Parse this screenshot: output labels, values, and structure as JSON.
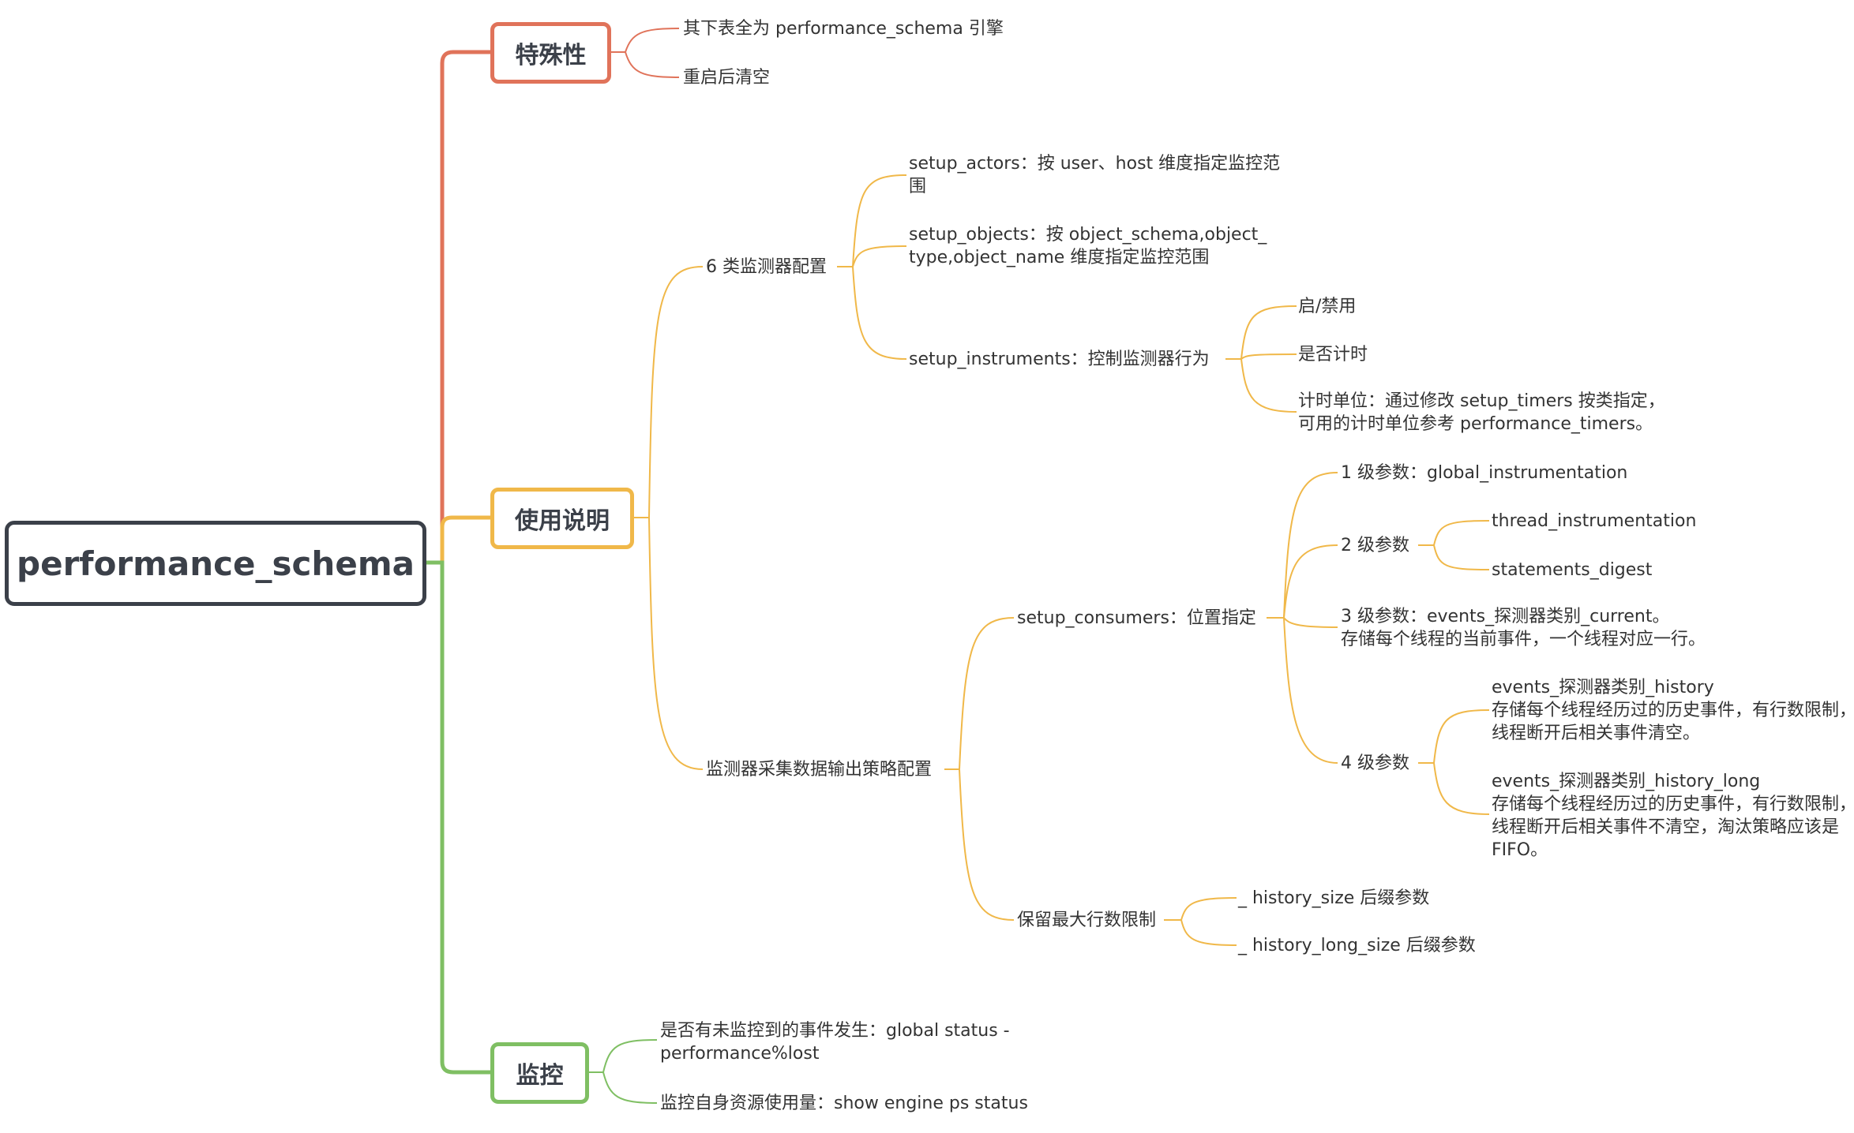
{
  "root": {
    "label": "performance_schema"
  },
  "colors": {
    "root": "#3b4049",
    "branch1": "#e0735a",
    "branch2": "#f0b849",
    "branch3": "#7fbf63"
  },
  "branch1": {
    "label": "特殊性",
    "items": [
      "其下表全为 performance_schema 引擎",
      "重启后清空"
    ]
  },
  "branch2": {
    "label": "使用说明",
    "monitor_config": {
      "label": "6 类监测器配置",
      "actors": [
        "setup_actors：按 user、host 维度指定监控范",
        "围"
      ],
      "objects": [
        "setup_objects：按 object_schema,object_",
        "type,object_name 维度指定监控范围"
      ],
      "instruments": {
        "label": "setup_instruments：控制监测器行为",
        "enable": "启/禁用",
        "timed": "是否计时",
        "unit": [
          "计时单位：通过修改 setup_timers 按类指定，",
          "可用的计时单位参考 performance_timers。"
        ]
      }
    },
    "output_config": {
      "label": "监测器采集数据输出策略配置",
      "consumers": {
        "label": "setup_consumers：位置指定",
        "level1": "1 级参数：global_instrumentation",
        "level2": {
          "label": "2 级参数",
          "thread": "thread_instrumentation",
          "statements": "statements_digest"
        },
        "level3": [
          "3 级参数：events_探测器类别_current。",
          "存储每个线程的当前事件，一个线程对应一行。"
        ],
        "level4": {
          "label": "4 级参数",
          "history": [
            "events_探测器类别_history",
            "存储每个线程经历过的历史事件，有行数限制，",
            "线程断开后相关事件清空。"
          ],
          "history_long": [
            "events_探测器类别_history_long",
            "存储每个线程经历过的历史事件，有行数限制，",
            "线程断开后相关事件不清空，淘汰策略应该是",
            "FIFO。"
          ]
        }
      },
      "max_rows": {
        "label": "保留最大行数限制",
        "history_size": "_ history_size 后缀参数",
        "history_long_size": "_ history_long_size 后缀参数"
      }
    }
  },
  "branch3": {
    "label": "监控",
    "lost": [
      "是否有未监控到的事件发生：global status -",
      "performance%lost"
    ],
    "resource": "监控自身资源使用量：show engine ps status"
  }
}
